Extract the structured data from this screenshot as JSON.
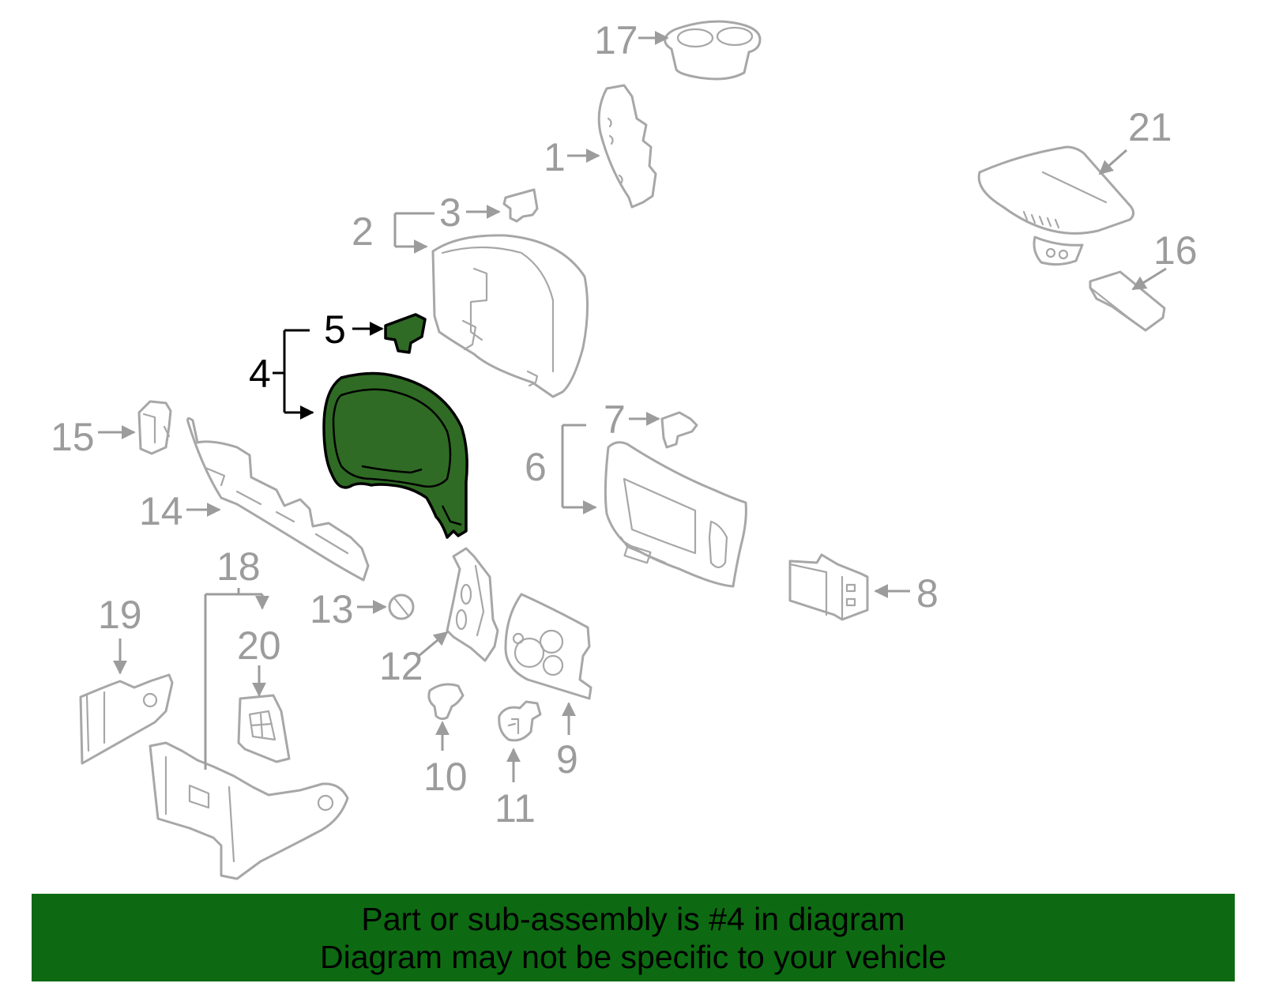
{
  "banner": {
    "line1": "Part or sub-assembly is #4 in diagram",
    "line2": "Diagram may not be specific to your vehicle",
    "color": "#0d6a12"
  },
  "highlight_color": "#2f6b24",
  "labels": {
    "p1": "1",
    "p2": "2",
    "p3": "3",
    "p4": "4",
    "p5": "5",
    "p6": "6",
    "p7": "7",
    "p8": "8",
    "p9": "9",
    "p10": "10",
    "p11": "11",
    "p12": "12",
    "p13": "13",
    "p14": "14",
    "p15": "15",
    "p16": "16",
    "p17": "17",
    "p18": "18",
    "p19": "19",
    "p20": "20",
    "p21": "21"
  },
  "highlighted_part": "4"
}
